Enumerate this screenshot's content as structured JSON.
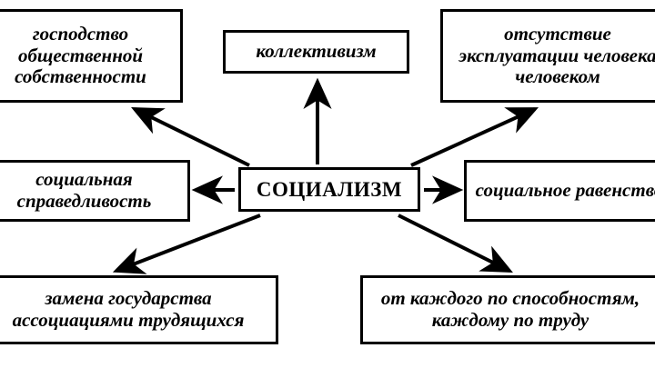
{
  "diagram": {
    "title": "СОЦИАЛИЗМ",
    "type": "concept-map",
    "center": {
      "id": "socialism",
      "label": "СОЦИАЛИЗМ"
    },
    "nodes": [
      {
        "id": "gospodstvo",
        "label": "господство\nобщественной\nсобственности",
        "position": "top-left"
      },
      {
        "id": "kollektivizm",
        "label": "коллективизм",
        "position": "top-center"
      },
      {
        "id": "otsutstvie",
        "label": "отсутствие\nэксплуатации человека\nчеловеком",
        "position": "top-right"
      },
      {
        "id": "spravedlivost",
        "label": "социальная\nсправедливость",
        "position": "middle-left"
      },
      {
        "id": "ravenstvo",
        "label": "социальное равенство",
        "position": "middle-right"
      },
      {
        "id": "zamena",
        "label": "замена государства\nассоциациями трудящихся",
        "position": "bottom-left"
      },
      {
        "id": "otkazhdogo",
        "label": "от каждого по способностям,\nкаждому по труду",
        "position": "bottom-right"
      }
    ],
    "edges": [
      {
        "from": "socialism",
        "to": "gospodstvo"
      },
      {
        "from": "socialism",
        "to": "kollektivizm"
      },
      {
        "from": "socialism",
        "to": "otsutstvie"
      },
      {
        "from": "socialism",
        "to": "spravedlivost"
      },
      {
        "from": "socialism",
        "to": "ravenstvo"
      },
      {
        "from": "socialism",
        "to": "zamena"
      },
      {
        "from": "socialism",
        "to": "otkazhdogo"
      }
    ],
    "colors": {
      "stroke": "#000000",
      "background": "#ffffff",
      "letterbox": "#000000"
    }
  }
}
